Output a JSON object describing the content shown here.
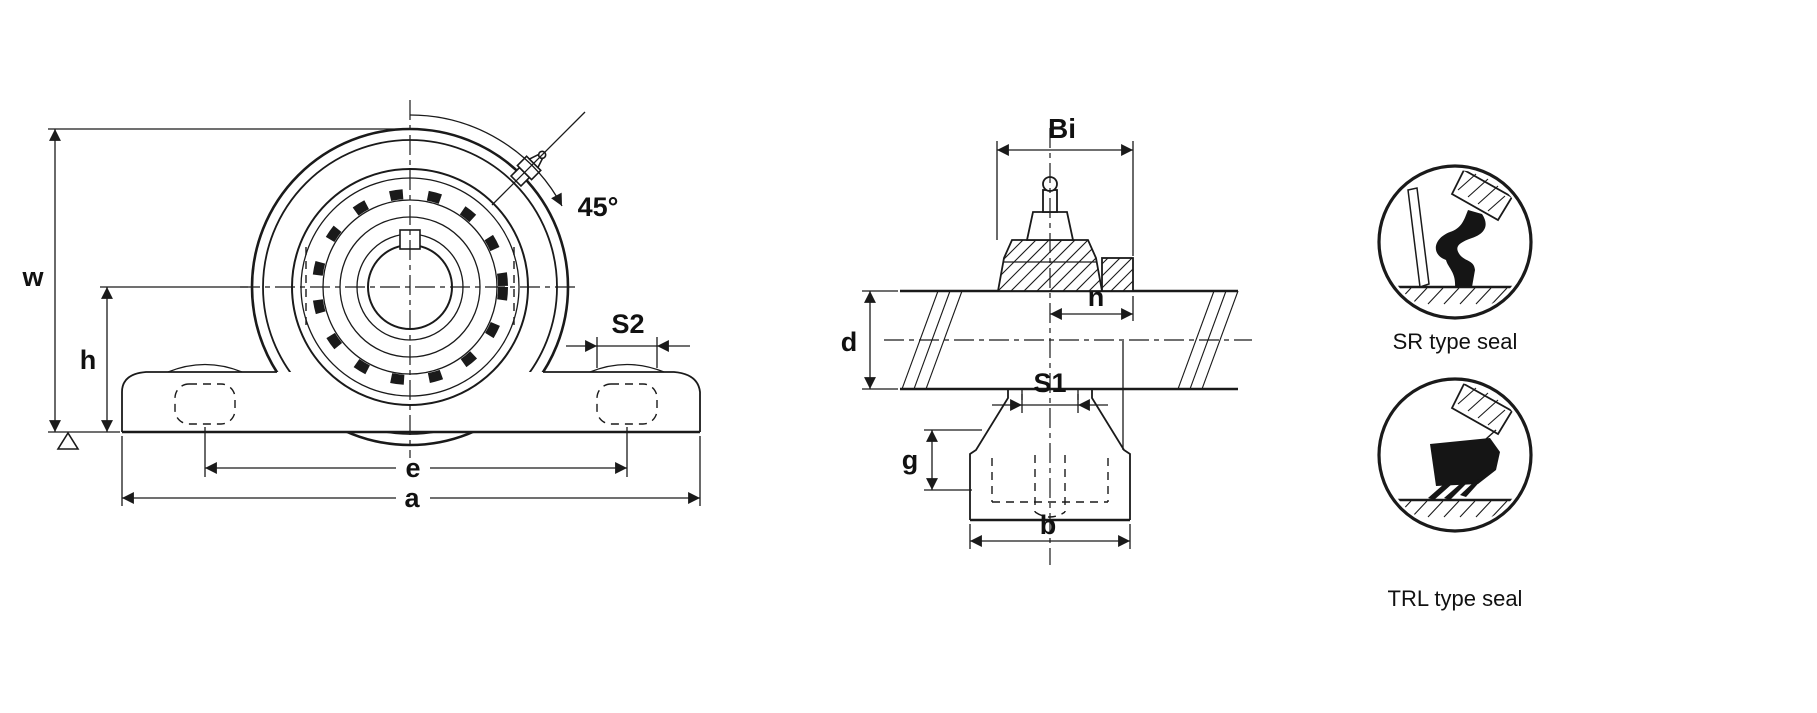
{
  "front_view": {
    "labels": {
      "w": "w",
      "h": "h",
      "e": "e",
      "a": "a",
      "s2": "S2",
      "angle": "45°"
    }
  },
  "side_view": {
    "labels": {
      "bi": "Bi",
      "n": "n",
      "d": "d",
      "s1": "S1",
      "g": "g",
      "b": "b"
    }
  },
  "seals": {
    "sr_label": "SR type seal",
    "trl_label": "TRL type seal"
  },
  "colors": {
    "ink": "#1a1a1a",
    "background": "#ffffff"
  }
}
